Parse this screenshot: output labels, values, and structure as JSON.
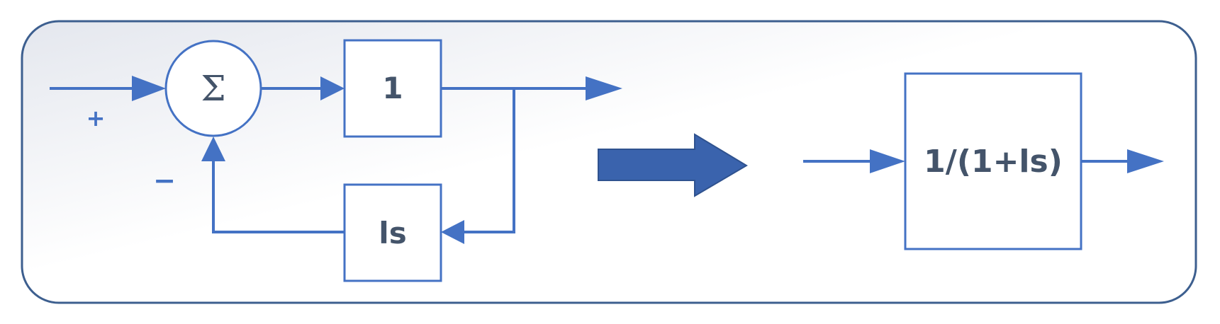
{
  "diagram": {
    "sum_symbol": "Σ",
    "plus_sign": "+",
    "minus_sign": "−",
    "forward_block_label": "1",
    "feedback_block_label": "ls",
    "result_block_label": "1/(1+ls)"
  },
  "colors": {
    "line": "#4472c4",
    "big_arrow": "#3a63ad",
    "text": "#44546a",
    "frame_border": "#3d5f8f"
  }
}
